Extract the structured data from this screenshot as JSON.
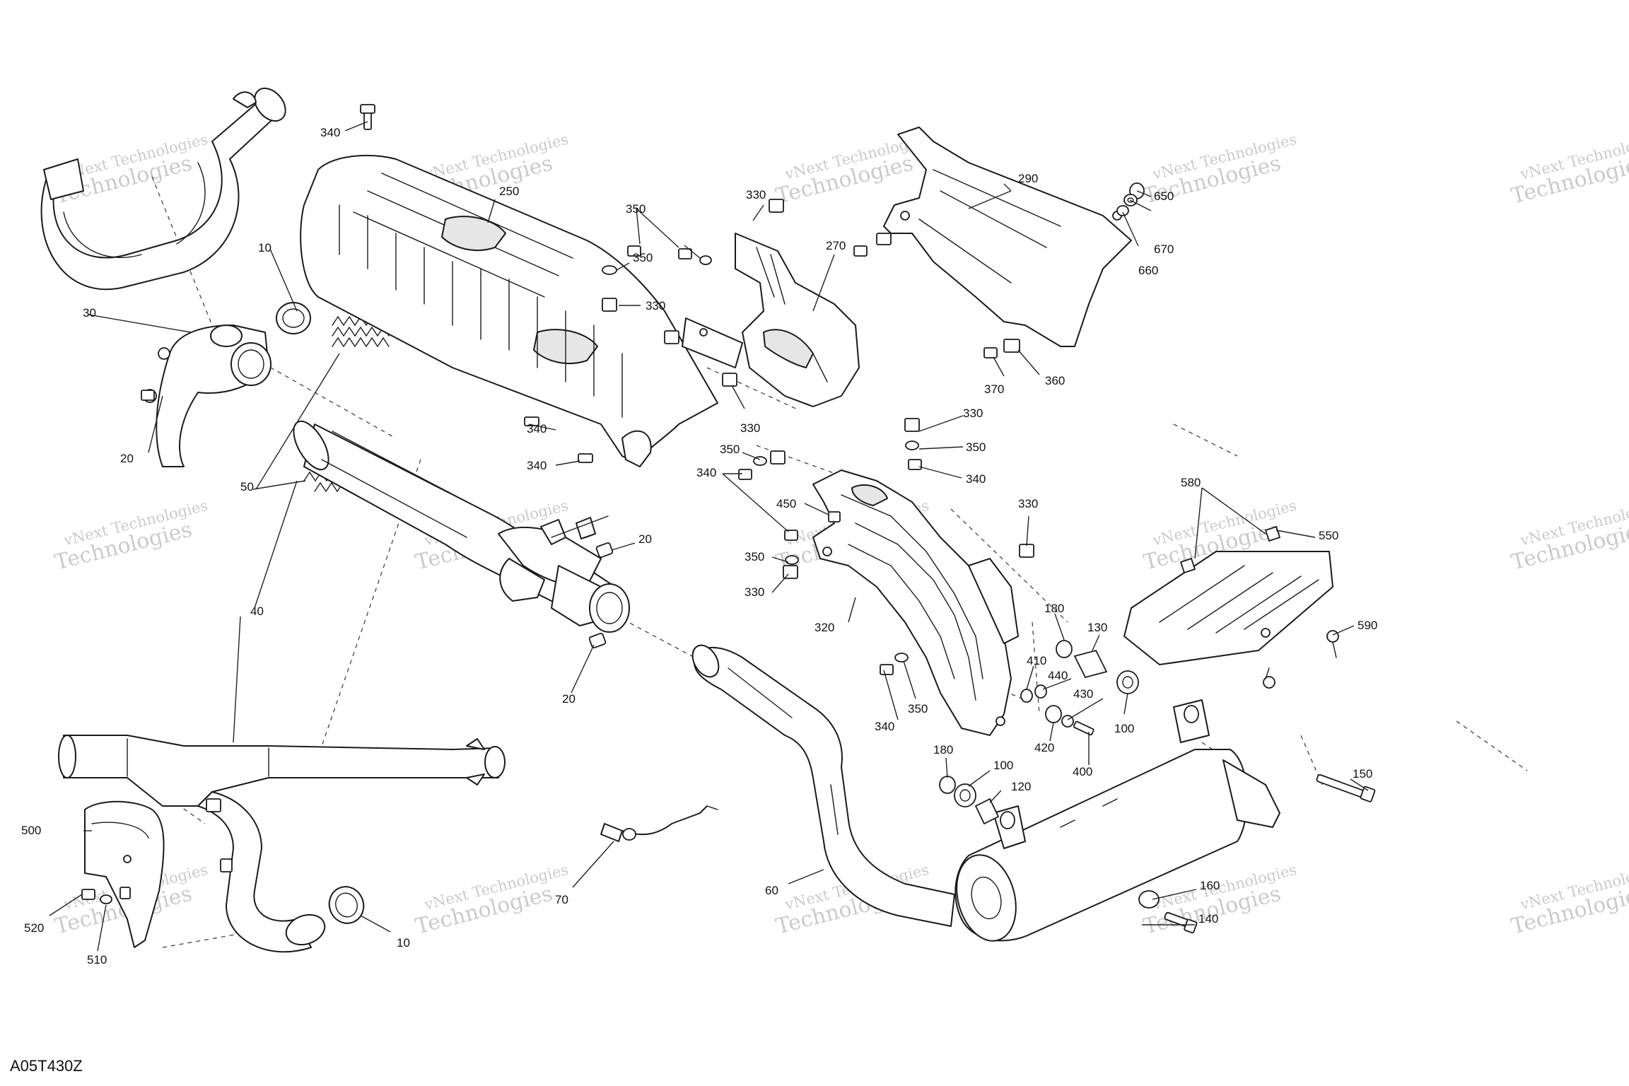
{
  "diagram": {
    "reference_code": "A05T430Z",
    "watermark": {
      "line1": "vNext Technologies",
      "line2": "Technologies"
    },
    "callouts": [
      {
        "id": "c340a",
        "text": "340"
      },
      {
        "id": "c250",
        "text": "250"
      },
      {
        "id": "c30",
        "text": "30"
      },
      {
        "id": "c10a",
        "text": "10"
      },
      {
        "id": "c20a",
        "text": "20"
      },
      {
        "id": "c50",
        "text": "50"
      },
      {
        "id": "c340b",
        "text": "340"
      },
      {
        "id": "c340c",
        "text": "340"
      },
      {
        "id": "c350a",
        "text": "350"
      },
      {
        "id": "c330a",
        "text": "330"
      },
      {
        "id": "c350b",
        "text": "350"
      },
      {
        "id": "c330b",
        "text": "330"
      },
      {
        "id": "c270",
        "text": "270"
      },
      {
        "id": "c330c",
        "text": "330"
      },
      {
        "id": "c290",
        "text": "290"
      },
      {
        "id": "c650",
        "text": "650"
      },
      {
        "id": "c670",
        "text": "670"
      },
      {
        "id": "c660",
        "text": "660"
      },
      {
        "id": "c360",
        "text": "360"
      },
      {
        "id": "c370",
        "text": "370"
      },
      {
        "id": "c330d",
        "text": "330"
      },
      {
        "id": "c350c",
        "text": "350"
      },
      {
        "id": "c340d",
        "text": "340"
      },
      {
        "id": "c350d",
        "text": "350"
      },
      {
        "id": "c340e",
        "text": "340"
      },
      {
        "id": "c450",
        "text": "450"
      },
      {
        "id": "c20b",
        "text": "20"
      },
      {
        "id": "c350e",
        "text": "350"
      },
      {
        "id": "c330e",
        "text": "330"
      },
      {
        "id": "c330f",
        "text": "330"
      },
      {
        "id": "c320",
        "text": "320"
      },
      {
        "id": "c580",
        "text": "580"
      },
      {
        "id": "c550",
        "text": "550"
      },
      {
        "id": "c590",
        "text": "590"
      },
      {
        "id": "c40",
        "text": "40"
      },
      {
        "id": "c20c",
        "text": "20"
      },
      {
        "id": "c180a",
        "text": "180"
      },
      {
        "id": "c130",
        "text": "130"
      },
      {
        "id": "c410",
        "text": "410"
      },
      {
        "id": "c440",
        "text": "440"
      },
      {
        "id": "c430",
        "text": "430"
      },
      {
        "id": "c100a",
        "text": "100"
      },
      {
        "id": "c340f",
        "text": "340"
      },
      {
        "id": "c350f",
        "text": "350"
      },
      {
        "id": "c420",
        "text": "420"
      },
      {
        "id": "c400",
        "text": "400"
      },
      {
        "id": "c180b",
        "text": "180"
      },
      {
        "id": "c100b",
        "text": "100"
      },
      {
        "id": "c120",
        "text": "120"
      },
      {
        "id": "c150",
        "text": "150"
      },
      {
        "id": "c500",
        "text": "500"
      },
      {
        "id": "c60",
        "text": "60"
      },
      {
        "id": "c70",
        "text": "70"
      },
      {
        "id": "c160",
        "text": "160"
      },
      {
        "id": "c140",
        "text": "140"
      },
      {
        "id": "c520",
        "text": "520"
      },
      {
        "id": "c510",
        "text": "510"
      },
      {
        "id": "c10b",
        "text": "10"
      }
    ]
  }
}
